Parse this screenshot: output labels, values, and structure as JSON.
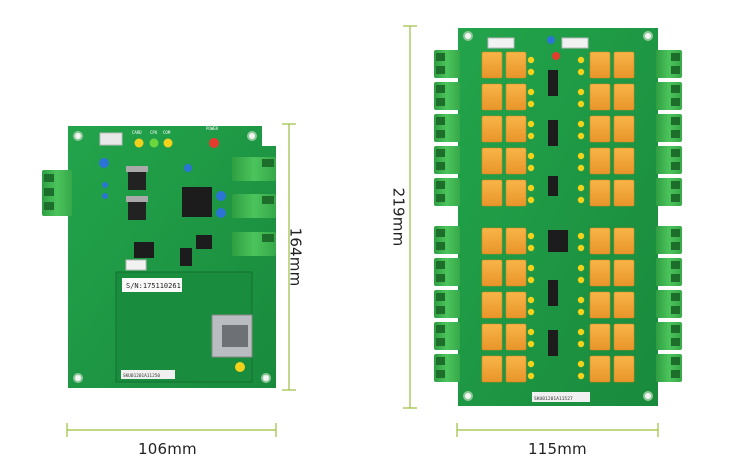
{
  "dimensions": {
    "small_width": "106mm",
    "small_height": "164mm",
    "large_width": "115mm",
    "large_height": "219mm"
  },
  "labels": {
    "serial_sticker": "S/N:175110261",
    "barcode_small": "SKU01201A11250",
    "barcode_large": "SKU01201A11527",
    "led_labels": [
      "CARD",
      "CPU",
      "COM"
    ],
    "power_label": "POWER"
  },
  "colors": {
    "pcb_green": "#1f9a45",
    "pcb_dark": "#17803a",
    "terminal_green": "#3fb34f",
    "relay_orange": "#f5a636",
    "dimension_line": "#9bbf3f"
  }
}
